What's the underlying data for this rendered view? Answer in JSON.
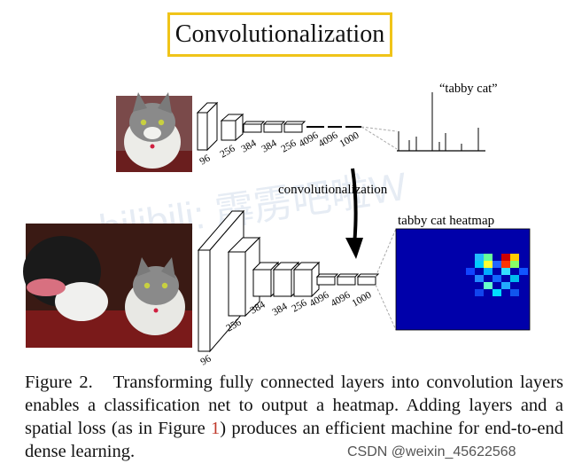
{
  "title": "Convolutionalization",
  "top_net": {
    "layer_labels": [
      "96",
      "256",
      "384",
      "384",
      "256",
      "4096",
      "4096",
      "1000"
    ],
    "output_label": "“tabby cat”"
  },
  "arrow_label": "convolutionalization",
  "bottom_net": {
    "layer_labels": [
      "96",
      "256",
      "384",
      "384",
      "256",
      "4096",
      "4096",
      "1000"
    ],
    "output_label": "tabby cat heatmap"
  },
  "caption": {
    "figure": "Figure 2.",
    "text_before": "Transforming fully connected layers into convolution layers enables a classification net to output a heatmap. Adding layers and a spatial loss (as in Figure ",
    "ref": "1",
    "text_after": ") produces an efficient machine for end-to-end dense learning."
  },
  "watermark": "CSDN @weixin_45622568",
  "background_watermark": "bilibili: 霹雳吧啦W",
  "colors": {
    "title_border": "#f0c419",
    "heatmap_bg": "#0000aa",
    "arrow": "#000000"
  }
}
